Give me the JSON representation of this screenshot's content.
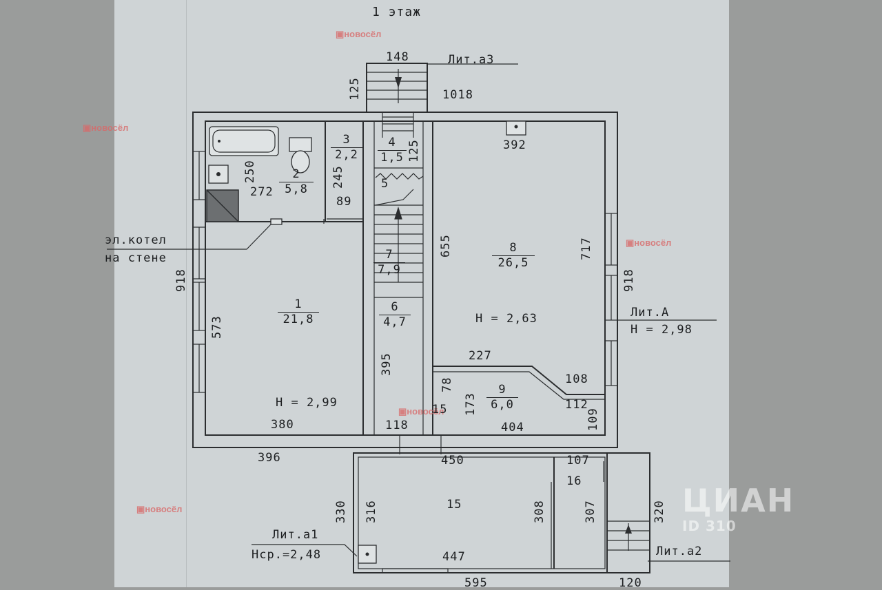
{
  "title": "1 этаж",
  "brand": {
    "watermark": "ЦИАН",
    "watermark_id": "ID 310",
    "stamp": "новосёл"
  },
  "notes": {
    "boiler_line1": "эл.котел",
    "boiler_line2": "на стене"
  },
  "literas": {
    "a3": "Лит.а3",
    "A": "Лит.А",
    "A_height": "Н = 2,98",
    "a1": "Лит.а1",
    "a1_height": "Нср.=2,48",
    "a2": "Лит.а2"
  },
  "rooms": [
    {
      "id": "1",
      "num": "1",
      "area": "21,8"
    },
    {
      "id": "2",
      "num": "2",
      "area": "5,8"
    },
    {
      "id": "3",
      "num": "3",
      "area": "2,2"
    },
    {
      "id": "4",
      "num": "4",
      "area": "1,5"
    },
    {
      "id": "5",
      "num": "5"
    },
    {
      "id": "6",
      "num": "6",
      "area": "4,7"
    },
    {
      "id": "7",
      "num": "7",
      "area": "7,9"
    },
    {
      "id": "8",
      "num": "8",
      "area": "26,5"
    },
    {
      "id": "9",
      "num": "9",
      "area": "6,0"
    },
    {
      "id": "15",
      "num": "15"
    },
    {
      "id": "16",
      "num": "16"
    }
  ],
  "heights": {
    "room1": "Н = 2,99",
    "room8": "Н = 2,63"
  },
  "dimensions": {
    "d148": "148",
    "d125a": "125",
    "d1018": "1018",
    "d392": "392",
    "d125b": "125",
    "d250": "250",
    "d272": "272",
    "d245": "245",
    "d89": "89",
    "d655": "655",
    "d717": "717",
    "d918a": "918",
    "d918b": "918",
    "d573": "573",
    "d395": "395",
    "d227": "227",
    "d78": "78",
    "d108": "108",
    "d173": "173",
    "d112": "112",
    "d15": "15",
    "d109": "109",
    "d380": "380",
    "d118": "118",
    "d404": "404",
    "d396": "396",
    "d450": "450",
    "d107": "107",
    "d330": "330",
    "d316": "316",
    "d308": "308",
    "d307": "307",
    "d320": "320",
    "d447": "447",
    "d595": "595",
    "d120": "120"
  }
}
